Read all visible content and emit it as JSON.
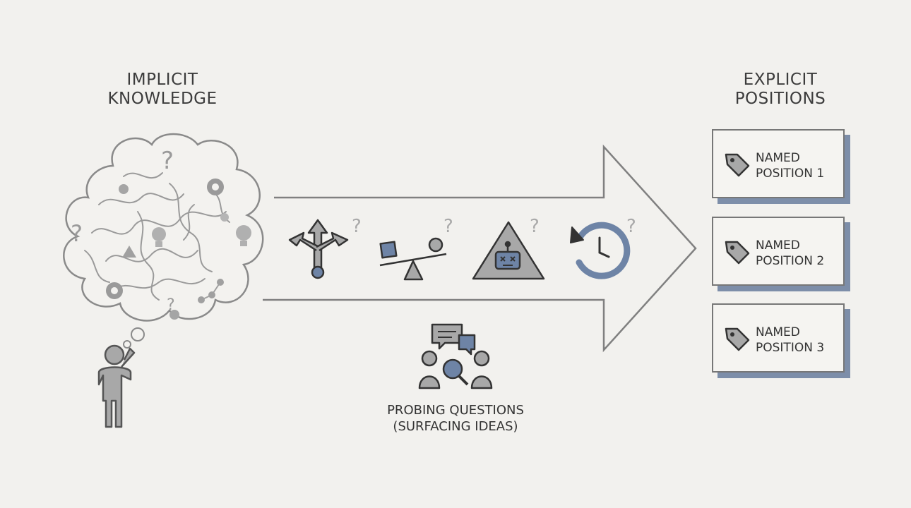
{
  "left_heading": "IMPLICIT\nKNOWLEDGE",
  "right_heading": "EXPLICIT\nPOSITIONS",
  "positions": [
    {
      "label": "NAMED\nPOSITION 1"
    },
    {
      "label": "NAMED\nPOSITION 2"
    },
    {
      "label": "NAMED\nPOSITION 3"
    }
  ],
  "probe_label": "PROBING QUESTIONS\n(SURFACING IDEAS)",
  "question_mark": "?",
  "arrow_icons": [
    "branching-arrows-icon",
    "seesaw-icon",
    "robot-warning-icon",
    "clock-history-icon"
  ],
  "colors": {
    "background": "#f2f1ee",
    "stroke": "#777777",
    "accent_blue": "#6e84a6",
    "shadow_blue": "#7d8ea9",
    "gray_fill": "#a8a8a8"
  }
}
